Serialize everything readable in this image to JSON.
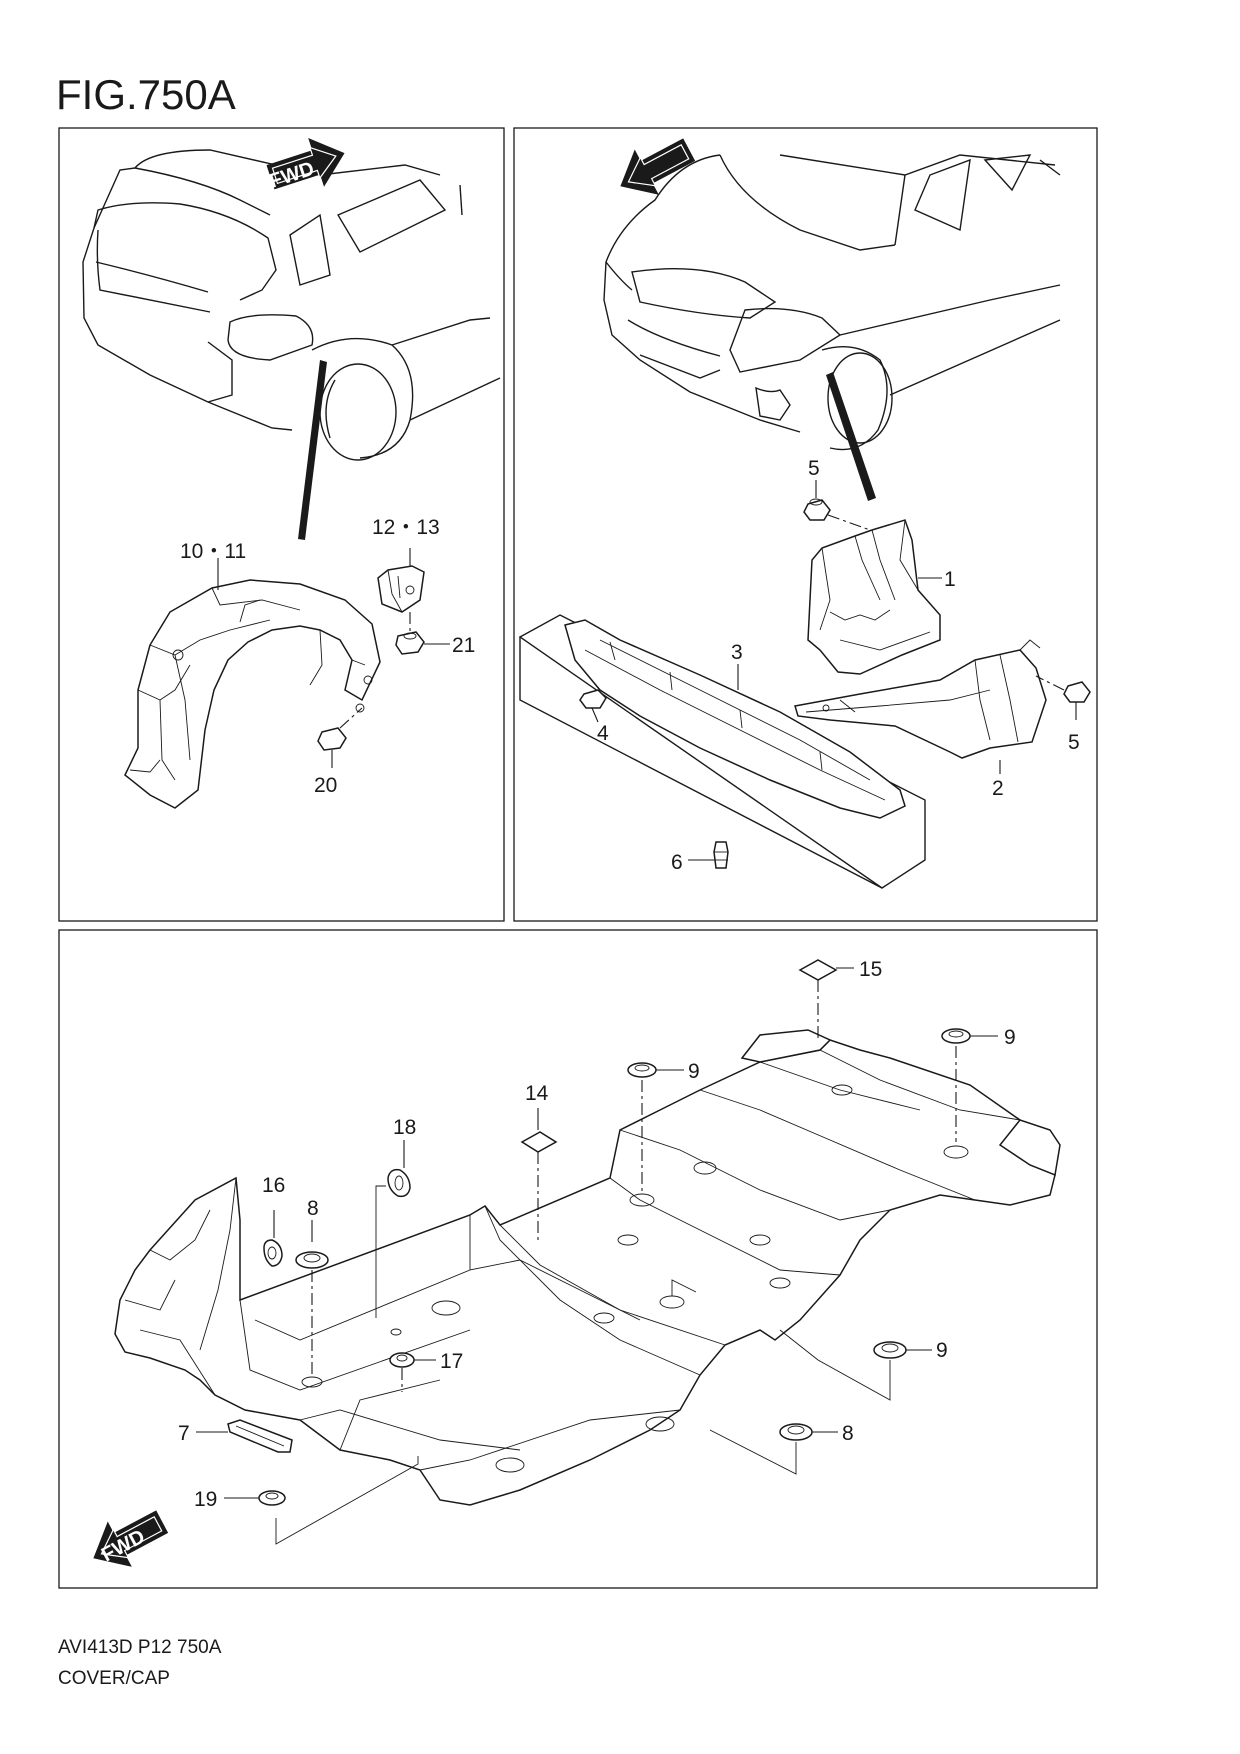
{
  "figure": {
    "title": "FIG.750A"
  },
  "footer": {
    "code": "AVI413D P12 750A",
    "category": "COVER/CAP"
  },
  "fwd": {
    "label": "FWD"
  },
  "callouts": {
    "p1": "1",
    "p2": "2",
    "p3": "3",
    "p4": "4",
    "p5a": "5",
    "p5b": "5",
    "p6": "6",
    "p7": "7",
    "p8a": "8",
    "p8b": "8",
    "p9a": "9",
    "p9b": "9",
    "p9c": "9",
    "p10_11": "10・11",
    "p12_13": "12・13",
    "p14": "14",
    "p15": "15",
    "p16": "16",
    "p17": "17",
    "p18": "18",
    "p19": "19",
    "p20": "20",
    "p21": "21"
  }
}
